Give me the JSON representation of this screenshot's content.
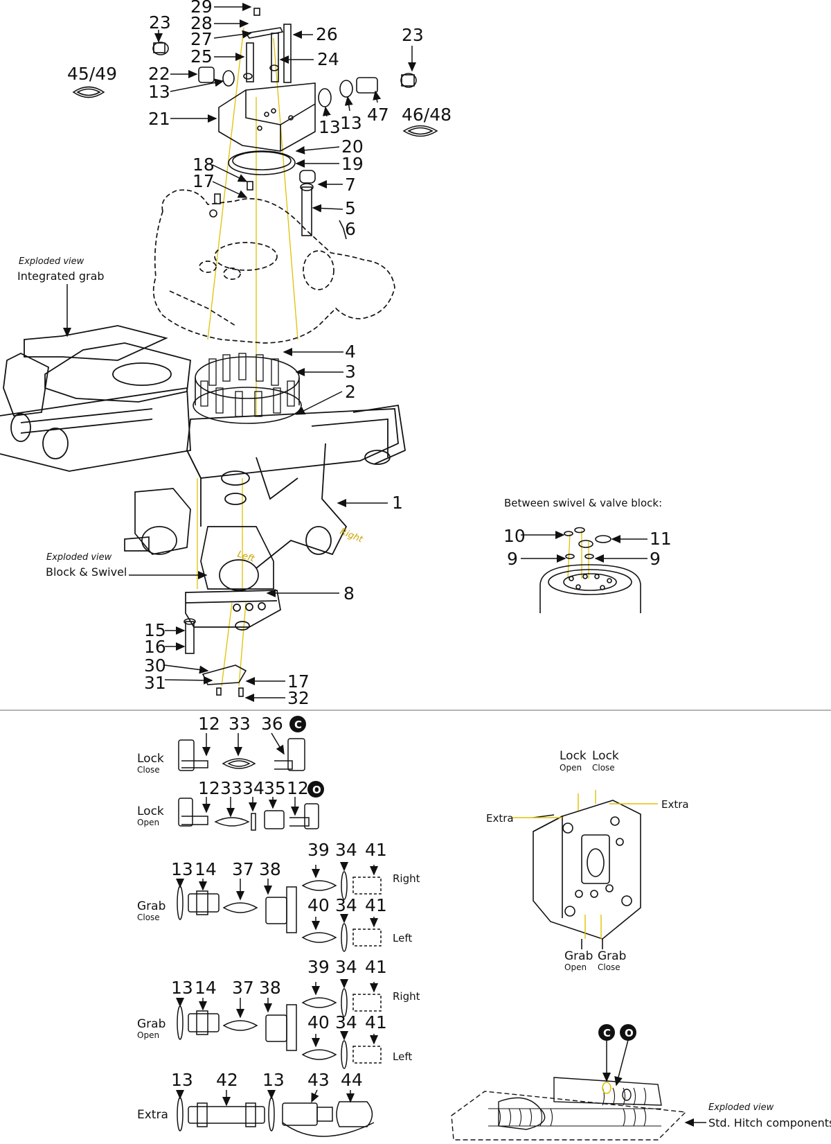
{
  "colors": {
    "leader": "#111111",
    "highlight": "#e0c000",
    "background": "#ffffff"
  },
  "section_notes": {
    "top_view_caption": "Exploded view",
    "top_view_title": "Integrated grab",
    "block_caption": "Exploded view",
    "block_title": "Block & Swivel",
    "hitch_caption": "Exploded view",
    "hitch_title": "Std. Hitch components",
    "between_title": "Between swivel & valve block:",
    "left_label": "Left",
    "right_label": "Right"
  },
  "callouts": {
    "c29": "29",
    "c28": "28",
    "c27": "27",
    "c26": "26",
    "c25": "25",
    "c24": "24",
    "c23a": "23",
    "c23b": "23",
    "c22": "22",
    "c13a": "13",
    "c13b": "13",
    "c13c": "13",
    "c4549": "45/49",
    "c4648": "46/48",
    "c47": "47",
    "c21": "21",
    "c20": "20",
    "c19": "19",
    "c18": "18",
    "c17a": "17",
    "c7": "7",
    "c5": "5",
    "c6": "6",
    "c4": "4",
    "c3": "3",
    "c2": "2",
    "c1": "1",
    "c8": "8",
    "c15": "15",
    "c16": "16",
    "c30": "30",
    "c31": "31",
    "c17b": "17",
    "c32": "32",
    "c10": "10",
    "c11": "11",
    "c9a": "9",
    "c9b": "9"
  },
  "hose_rows": [
    {
      "id": "lock-close",
      "label_a": "Lock",
      "label_b": "Close",
      "parts": [
        "12",
        "33",
        "36"
      ],
      "marker": "C"
    },
    {
      "id": "lock-open",
      "label_a": "Lock",
      "label_b": "Open",
      "parts": [
        "12",
        "33",
        "34",
        "35",
        "12"
      ],
      "marker": "O"
    },
    {
      "id": "grab-close",
      "label_a": "Grab",
      "label_b": "Close",
      "parts": [
        "13",
        "14",
        "37",
        "38"
      ],
      "right_parts": [
        "39",
        "34",
        "41"
      ],
      "right_side": "Right",
      "left_parts": [
        "40",
        "34",
        "41"
      ],
      "left_side": "Left"
    },
    {
      "id": "grab-open",
      "label_a": "Grab",
      "label_b": "Open",
      "parts": [
        "13",
        "14",
        "37",
        "38"
      ],
      "right_parts": [
        "39",
        "34",
        "41"
      ],
      "right_side": "Right",
      "left_parts": [
        "40",
        "34",
        "41"
      ],
      "left_side": "Left"
    },
    {
      "id": "extra",
      "label_a": "Extra",
      "parts": [
        "13",
        "42",
        "13",
        "43",
        "44"
      ]
    }
  ],
  "valve_block_ports": {
    "lock_open_a": "Lock",
    "lock_open_b": "Open",
    "lock_close_a": "Lock",
    "lock_close_b": "Close",
    "extra_left": "Extra",
    "extra_right": "Extra",
    "grab_open_a": "Grab",
    "grab_open_b": "Open",
    "grab_close_a": "Grab",
    "grab_close_b": "Close"
  },
  "markers": {
    "close": "C",
    "open": "O"
  }
}
